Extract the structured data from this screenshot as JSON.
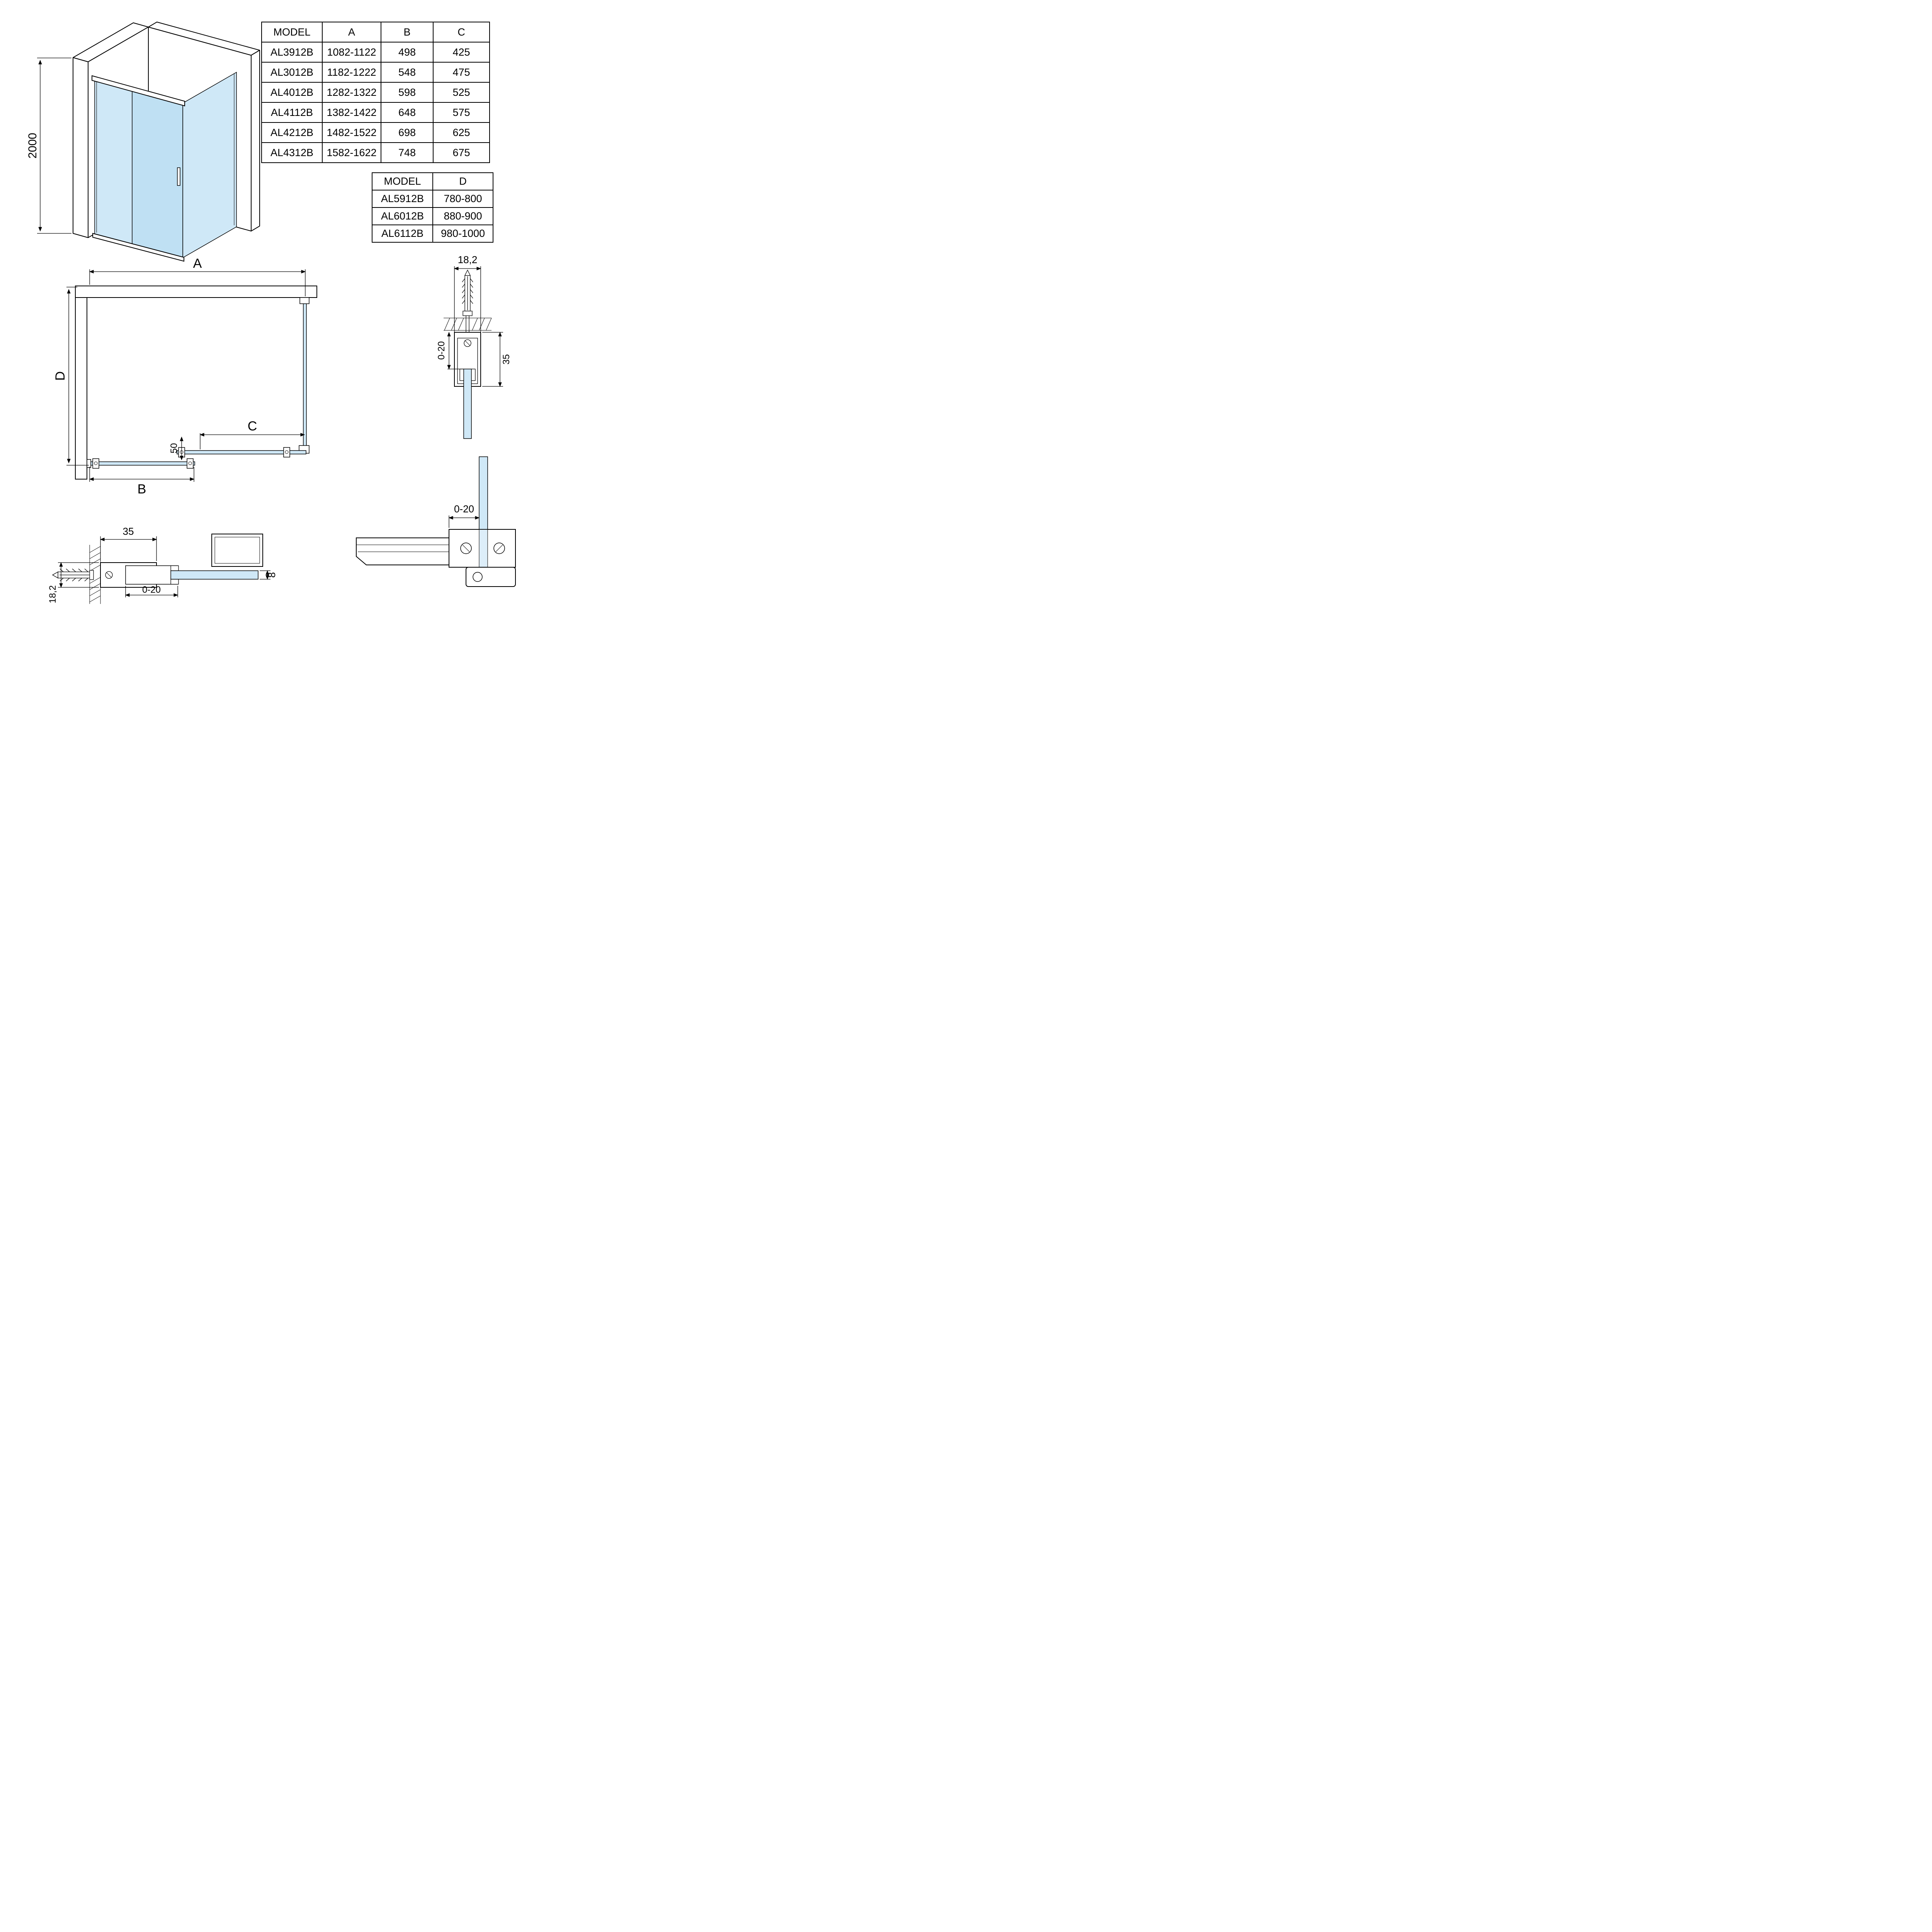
{
  "colors": {
    "glass": "#cfe8f7",
    "glass2": "#bfe0f3",
    "line": "#000000"
  },
  "iso": {
    "height": "2000"
  },
  "tables": {
    "main": {
      "headers": [
        "MODEL",
        "A",
        "B",
        "C"
      ],
      "rows": [
        [
          "AL3912B",
          "1082-1122",
          "498",
          "425"
        ],
        [
          "AL3012B",
          "1182-1222",
          "548",
          "475"
        ],
        [
          "AL4012B",
          "1282-1322",
          "598",
          "525"
        ],
        [
          "AL4112B",
          "1382-1422",
          "648",
          "575"
        ],
        [
          "AL4212B",
          "1482-1522",
          "698",
          "625"
        ],
        [
          "AL4312B",
          "1582-1622",
          "748",
          "675"
        ]
      ]
    },
    "d": {
      "headers": [
        "MODEL",
        "D"
      ],
      "rows": [
        [
          "AL5912B",
          "780-800"
        ],
        [
          "AL6012B",
          "880-900"
        ],
        [
          "AL6112B",
          "980-1000"
        ]
      ]
    }
  },
  "plan": {
    "a": "A",
    "b": "B",
    "c": "C",
    "d": "D",
    "overlap": "50"
  },
  "detail_top_profile": {
    "width": "18,2",
    "adjust": "0-20",
    "depth": "35"
  },
  "detail_corner": {
    "adjust": "0-20"
  },
  "detail_wall_profile": {
    "width": "35",
    "adjust": "0-20",
    "thickness": "18,2",
    "glass": "8"
  }
}
